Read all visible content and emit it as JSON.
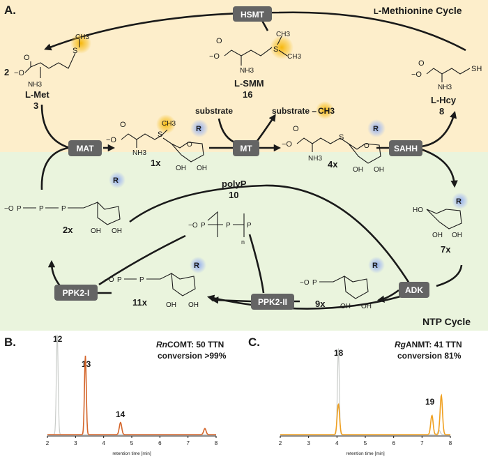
{
  "panel_a": {
    "label": "A.",
    "cycle_top_prefix": "L",
    "cycle_top": "-Methionine Cycle",
    "cycle_bottom": "NTP Cycle",
    "enzymes": {
      "hsmt": "HSMT",
      "mat": "MAT",
      "mt": "MT",
      "sahh": "SAHH",
      "ppk2_i": "PPK2-I",
      "ppk2_ii": "PPK2-II",
      "adk": "ADK"
    },
    "compounds": {
      "met": {
        "name": "L-Met",
        "number": "3",
        "index": "2"
      },
      "smm": {
        "name": "L-SMM",
        "number": "16"
      },
      "hcy": {
        "name": "L-Hcy",
        "number": "8"
      },
      "c1x": "1x",
      "c4x": "4x",
      "c2x": "2x",
      "c7x": "7x",
      "c9x": "9x",
      "c11x": "11x",
      "polyp": {
        "name": "polyP",
        "number": "10",
        "n": "n"
      }
    },
    "substrate": "substrate",
    "substrate_ch3": "substrate –",
    "ch3": "CH3",
    "r": "R",
    "s": "S",
    "sh": "SH",
    "oh": "OH",
    "ho": "HO",
    "nh3": "NH3",
    "o": "O",
    "minus_o": "−O",
    "p": "P",
    "colors": {
      "top_bg": "#fdeecb",
      "bottom_bg": "#eaf4dd",
      "enzyme_box": "#646464",
      "methyl_glow": "#f7b500",
      "r_glow": "#8fa9e8"
    }
  },
  "panel_b": {
    "label": "B.",
    "enzyme_prefix": "Rn",
    "enzyme": "COMT: 50 TTN",
    "conversion": "conversion >99%",
    "peaks": [
      "12",
      "13",
      "14"
    ],
    "xlabel": "retention time [min]",
    "ticks": [
      "2",
      "3",
      "4",
      "5",
      "6",
      "7",
      "8"
    ]
  },
  "panel_c": {
    "label": "C.",
    "enzyme_prefix": "Rg",
    "enzyme": "ANMT: 41 TTN",
    "conversion": "conversion 81%",
    "peaks": [
      "18",
      "19"
    ],
    "xlabel": "retention time [min]",
    "ticks": [
      "2",
      "3",
      "4",
      "5",
      "6",
      "7",
      "8"
    ]
  },
  "chart_data": [
    {
      "type": "line",
      "xlabel": "retention time [min]",
      "ylabel": "",
      "xlim": [
        2,
        8
      ],
      "x_ticks": [
        2,
        3,
        4,
        5,
        6,
        7,
        8
      ],
      "series": [
        {
          "color": "#c9ccc9",
          "peaks": [
            {
              "x": 2.35,
              "height": 1.0
            }
          ]
        },
        {
          "color": "#d4652a",
          "peaks": [
            {
              "x": 3.35,
              "height": 0.78,
              "label": "13"
            },
            {
              "x": 4.6,
              "height": 0.12,
              "label": "14"
            },
            {
              "x": 7.6,
              "height": 0.06
            }
          ]
        }
      ]
    },
    {
      "type": "line",
      "xlabel": "retention time [min]",
      "ylabel": "",
      "xlim": [
        2,
        8
      ],
      "x_ticks": [
        2,
        3,
        4,
        5,
        6,
        7,
        8
      ],
      "series": [
        {
          "color": "#c9ccc9",
          "peaks": [
            {
              "x": 4.05,
              "height": 1.0
            },
            {
              "x": 7.6,
              "height": 0.05
            }
          ]
        },
        {
          "color": "#f0a020",
          "peaks": [
            {
              "x": 4.05,
              "height": 0.35,
              "label": "18"
            },
            {
              "x": 7.35,
              "height": 0.22,
              "label": "19"
            },
            {
              "x": 7.68,
              "height": 0.45
            }
          ]
        }
      ]
    }
  ]
}
